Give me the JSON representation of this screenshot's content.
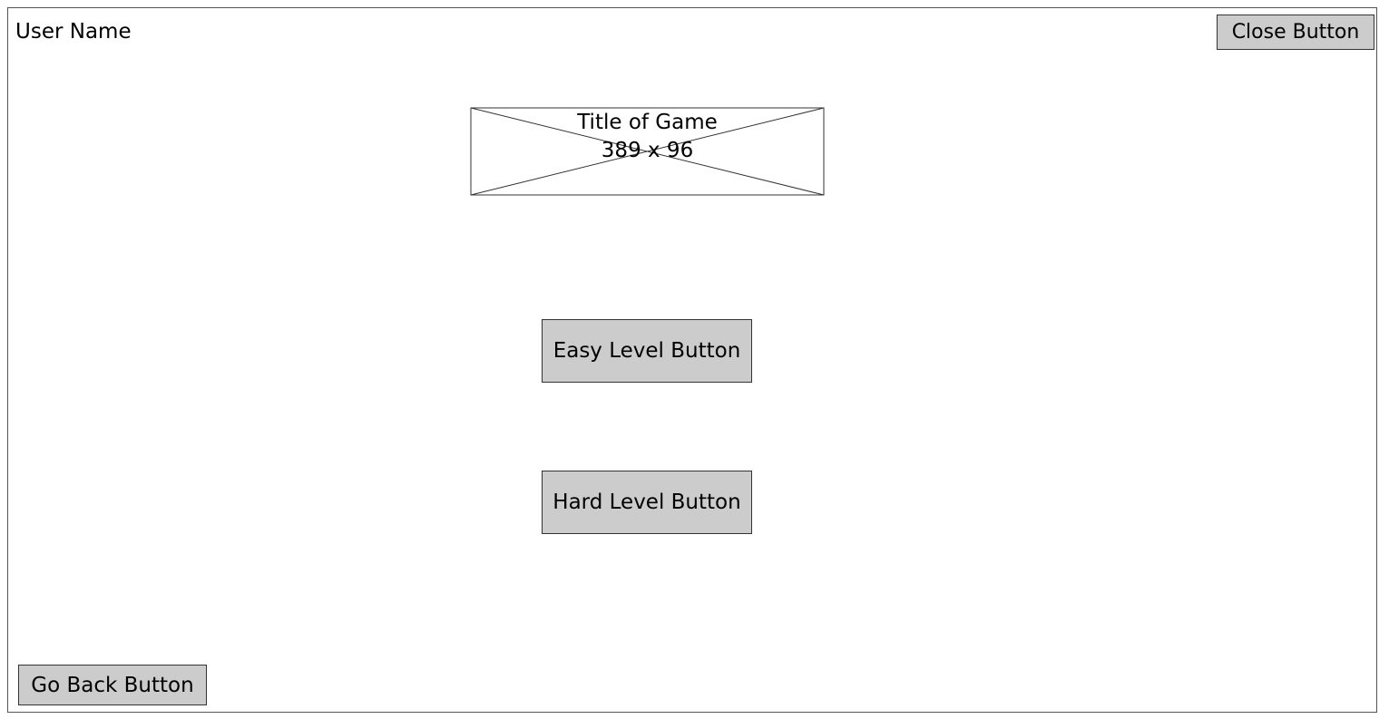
{
  "header": {
    "user_name": "User Name",
    "close_label": "Close Button"
  },
  "title_image": {
    "line1": "Title of Game",
    "line2": "389 x 96"
  },
  "levels": {
    "easy_label": "Easy Level Button",
    "hard_label": "Hard Level Button"
  },
  "footer": {
    "back_label": "Go Back Button"
  },
  "colors": {
    "button_fill": "#cccccc",
    "border": "#333333",
    "background": "#ffffff"
  }
}
